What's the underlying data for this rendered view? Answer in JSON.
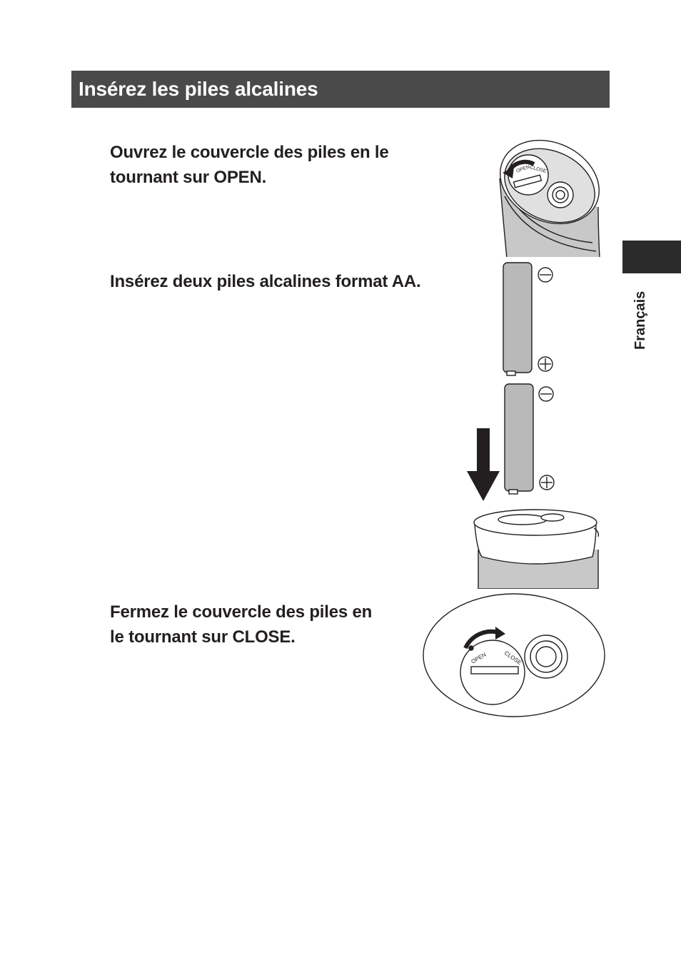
{
  "header": {
    "title": "Insérez les piles alcalines"
  },
  "steps": [
    {
      "text_line1": "Ouvrez le couvercle des piles en le",
      "text_line2": "tournant sur OPEN."
    },
    {
      "text_line1": "Insérez deux piles alcalines format AA."
    },
    {
      "text_line1": "Fermez le couvercle des piles en",
      "text_line2": "le tournant sur CLOSE."
    }
  ],
  "side_tab": {
    "label": "Français"
  },
  "illustration": {
    "cap_open_label": "OPEN",
    "cap_close_label": "CLOSE",
    "minus_symbol": "−",
    "plus_symbol": "+"
  }
}
